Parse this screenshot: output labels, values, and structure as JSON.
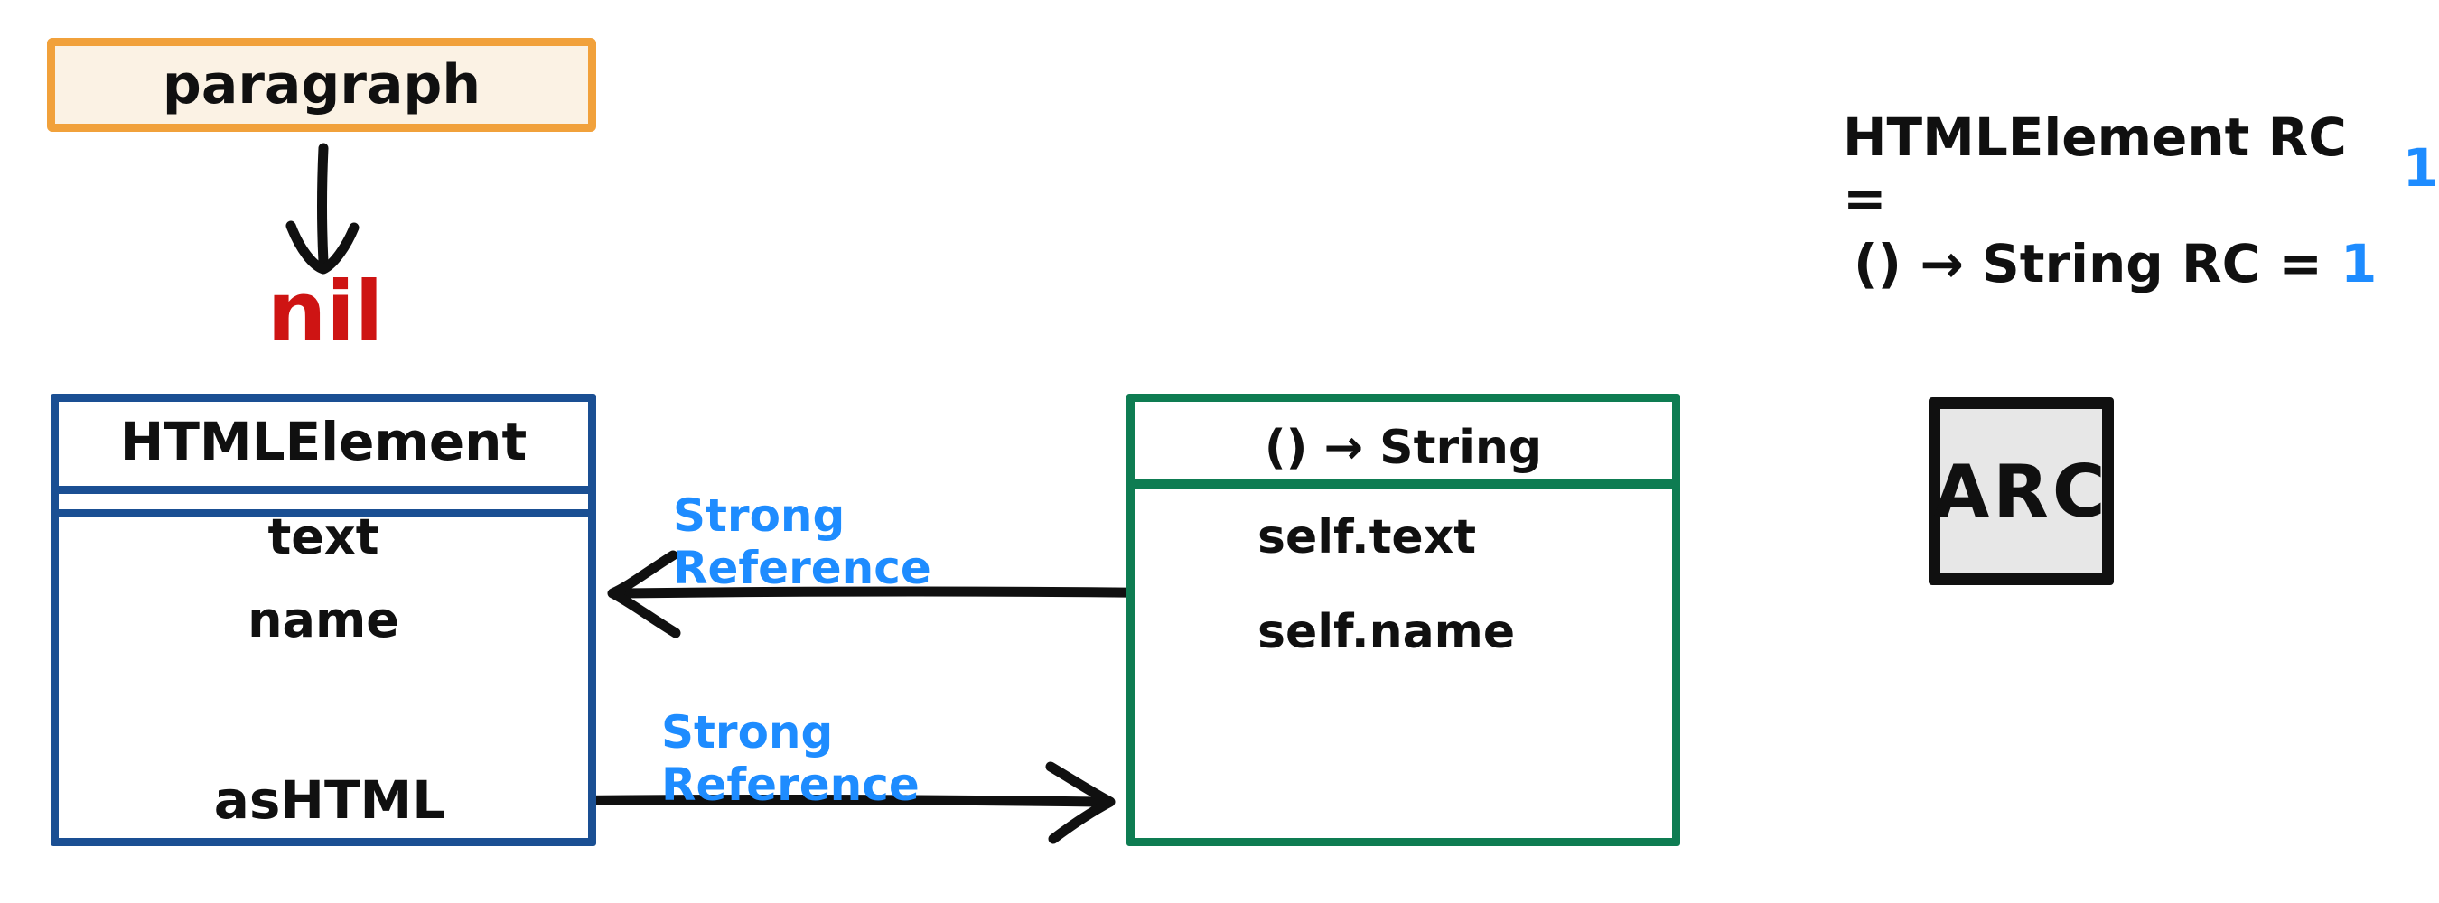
{
  "colors": {
    "ink": "#101010",
    "orange_border": "#F1A13B",
    "cream_fill": "#FBF2E4",
    "red": "#CE1413",
    "blue_border": "#1A4F93",
    "green_border": "#0E7C52",
    "hand_blue": "#1E8CFF",
    "arc_fill": "#E7E7E7"
  },
  "paragraph_box": {
    "label": "paragraph"
  },
  "nil_label": "nil",
  "html_element_box": {
    "title": "HTMLElement",
    "fields": [
      "text",
      "name"
    ],
    "method": "asHTML"
  },
  "closure_box": {
    "title": "() → String",
    "captures": [
      "self.text",
      "self.name"
    ]
  },
  "reference_labels": {
    "upper": "Strong Reference",
    "lower": "Strong Reference"
  },
  "rc_notes": [
    {
      "label": "HTMLElement RC =",
      "value": "1"
    },
    {
      "label": "() → String RC =",
      "value": "1"
    }
  ],
  "arc_box": {
    "label": "ARC"
  }
}
